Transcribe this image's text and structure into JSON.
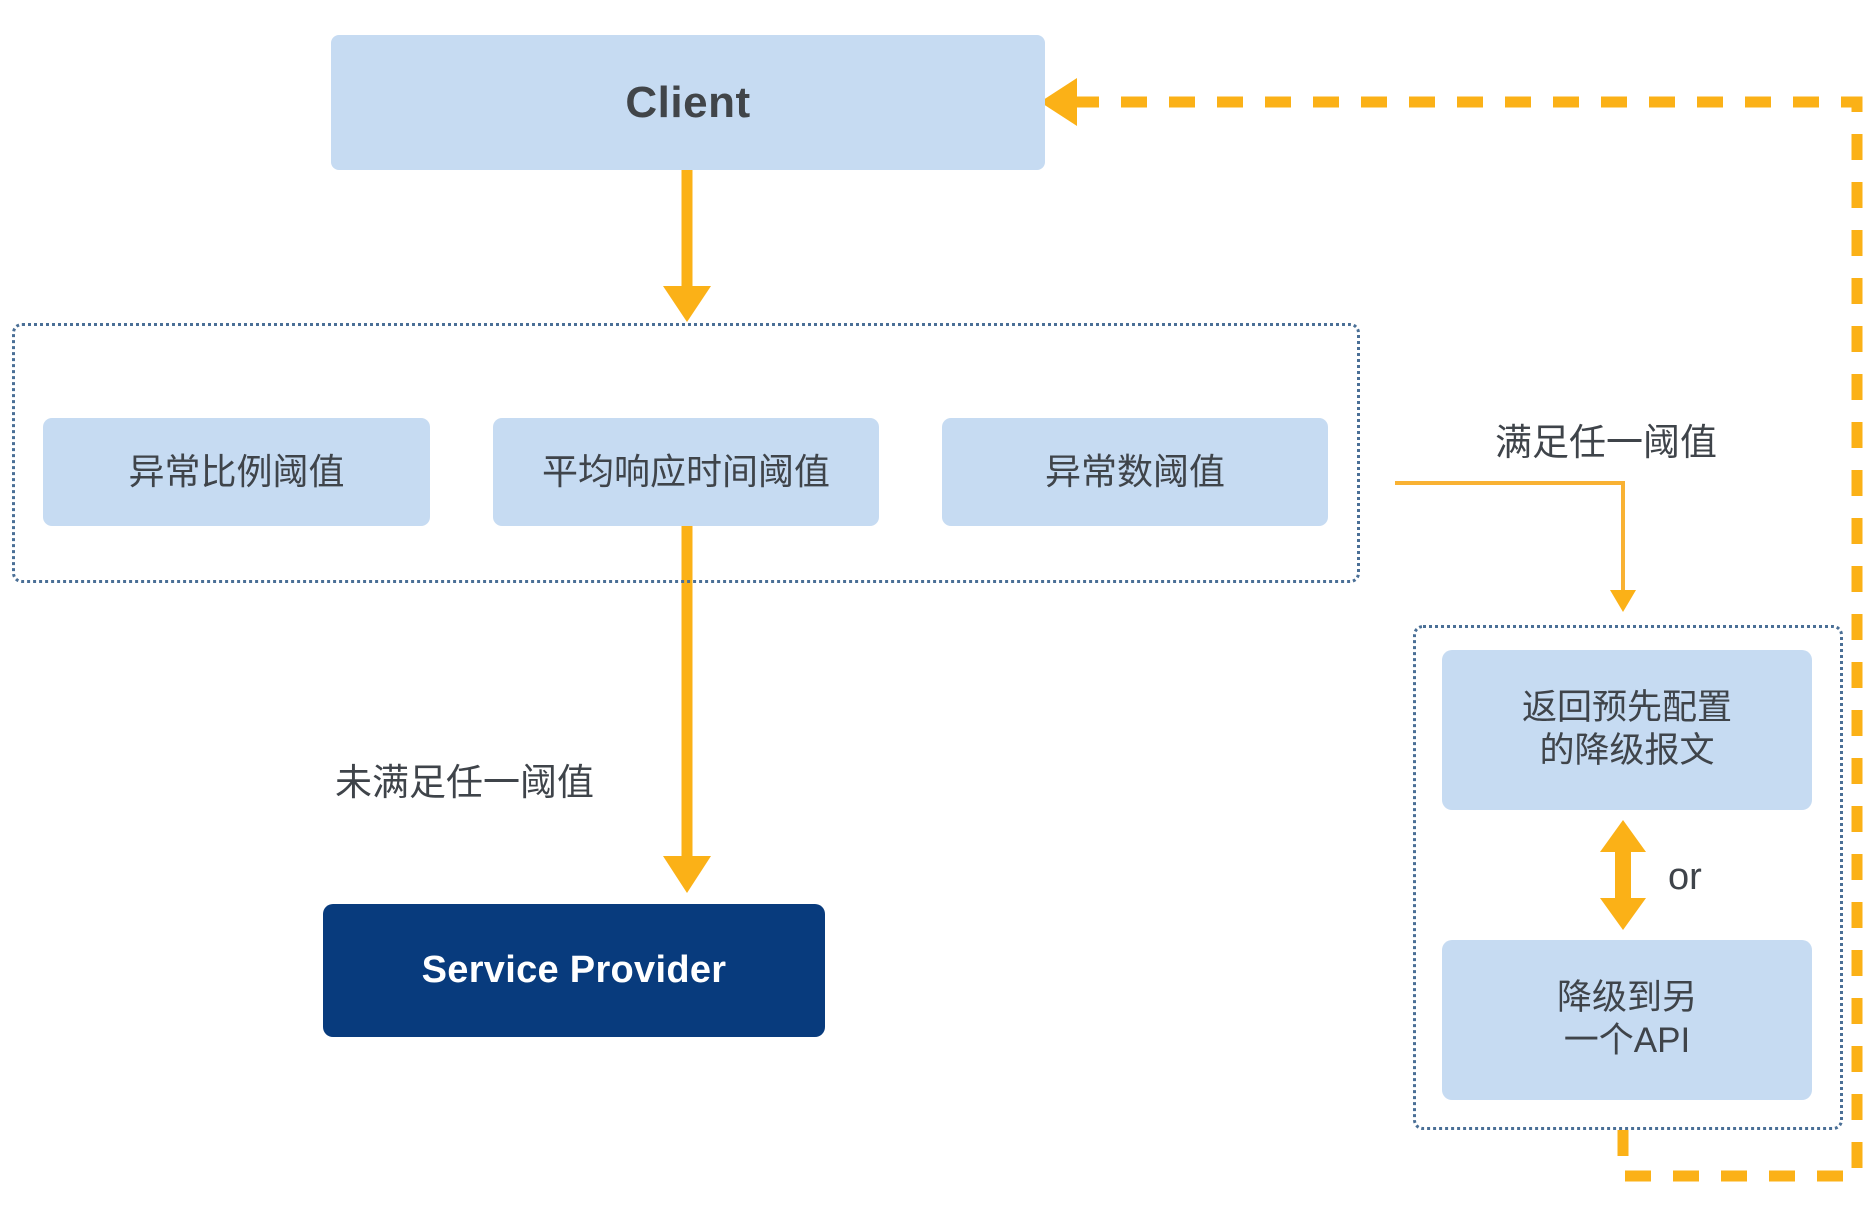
{
  "diagram": {
    "title_nodes": {
      "client": "Client",
      "service_provider": "Service Provider"
    },
    "threshold_group": {
      "boxes": [
        {
          "label": "异常比例阈值"
        },
        {
          "label": "平均响应时间阈值"
        },
        {
          "label": "异常数阈值"
        }
      ]
    },
    "fallback_group": {
      "boxes": [
        {
          "label": "返回预先配置\n的降级报文"
        },
        {
          "label": "降级到另\n一个API"
        }
      ],
      "or_label": "or"
    },
    "edge_labels": {
      "not_met": "未满足任一阈值",
      "met": "满足任一阈值"
    },
    "colors": {
      "node_blue_fill": "#c6dbf2",
      "node_navy_fill": "#083b7d",
      "arrow_orange": "#fbb117",
      "thin_orange": "#f9b233",
      "dotted_border": "#4a6f96",
      "text_dark": "#3f444a",
      "text_light": "#ffffff",
      "background": "#ffffff"
    }
  }
}
